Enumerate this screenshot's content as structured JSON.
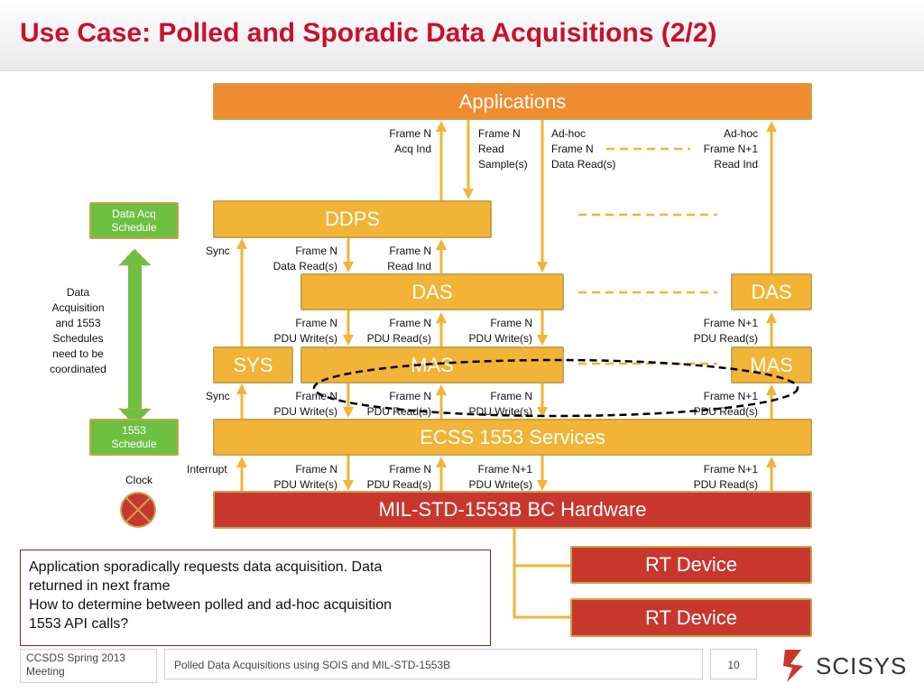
{
  "title": "Use Case: Polled and Sporadic Data Acquisitions (2/2)",
  "boxes": {
    "applications": "Applications",
    "ddps": "DDPS",
    "das_main": "DAS",
    "das_right": "DAS",
    "sys": "SYS",
    "mas_main": "MAS",
    "mas_right": "MAS",
    "ecss": "ECSS 1553 Services",
    "hardware": "MIL-STD-1553B BC Hardware",
    "rt1": "RT Device",
    "rt2": "RT Device",
    "data_acq_schedule": [
      "Data Acq",
      "Schedule"
    ],
    "schedule_1553": [
      "1553",
      "Schedule"
    ]
  },
  "side_note": [
    "Data",
    "Acquisition",
    "and 1553",
    "Schedules",
    "need to be",
    "coordinated"
  ],
  "clock_label": "Clock",
  "labels": {
    "l1_acq_ind": [
      "Frame N",
      "Acq Ind"
    ],
    "l1_read_sample": [
      "Frame N",
      "Read",
      "Sample(s)"
    ],
    "l1_adhoc_read": [
      "Ad-hoc",
      "Frame N",
      "Data Read(s)"
    ],
    "l1_adhoc_ind": [
      "Ad-hoc",
      "Frame N+1",
      "Read Ind"
    ],
    "l2_sync": "Sync",
    "l2_data_read": [
      "Frame N",
      "Data Read(s)"
    ],
    "l2_read_ind": [
      "Frame N",
      "Read Ind"
    ],
    "l3_pdu_write_a": [
      "Frame N",
      "PDU Write(s)"
    ],
    "l3_pdu_read_a": [
      "Frame N",
      "PDU Read(s)"
    ],
    "l3_pdu_write_b": [
      "Frame N",
      "PDU Write(s)"
    ],
    "l3_pdu_read_right": [
      "Frame N+1",
      "PDU Read(s)"
    ],
    "l4_sync": "Sync",
    "l4_pdu_write_a": [
      "Frame N",
      "PDU Write(s)"
    ],
    "l4_pdu_read_a": [
      "Frame N",
      "PDU Read(s)"
    ],
    "l4_pdu_write_b": [
      "Frame N",
      "PDU Write(s)"
    ],
    "l4_pdu_read_right": [
      "Frame N+1",
      "PDU Read(s)"
    ],
    "l5_interrupt": "Interrupt",
    "l5_pdu_write_a": [
      "Frame N",
      "PDU Write(s)"
    ],
    "l5_pdu_read_a": [
      "Frame N",
      "PDU Read(s)"
    ],
    "l5_pdu_write_b": [
      "Frame N+1",
      "PDU Write(s)"
    ],
    "l5_pdu_read_right": [
      "Frame N+1",
      "PDU Read(s)"
    ]
  },
  "note": [
    "Application sporadically requests data acquisition. Data",
    "returned in next frame",
    "How to determine between polled and ad-hoc acquisition",
    "1553 API calls?"
  ],
  "footer": {
    "event": [
      "CCSDS Spring 2013",
      "Meeting"
    ],
    "topic": "Polled Data Acquisitions using SOIS and MIL-STD-1553B",
    "page": "10",
    "logo": "SCISYS"
  },
  "colors": {
    "title": "#c8102e",
    "applications": "#ef8c2f",
    "layer": "#f2b436",
    "hardware": "#c8372d",
    "schedule": "#6dc040",
    "arrow": "#f2b436",
    "dashed_line": "#f2b436",
    "ellipse": "#000000"
  }
}
